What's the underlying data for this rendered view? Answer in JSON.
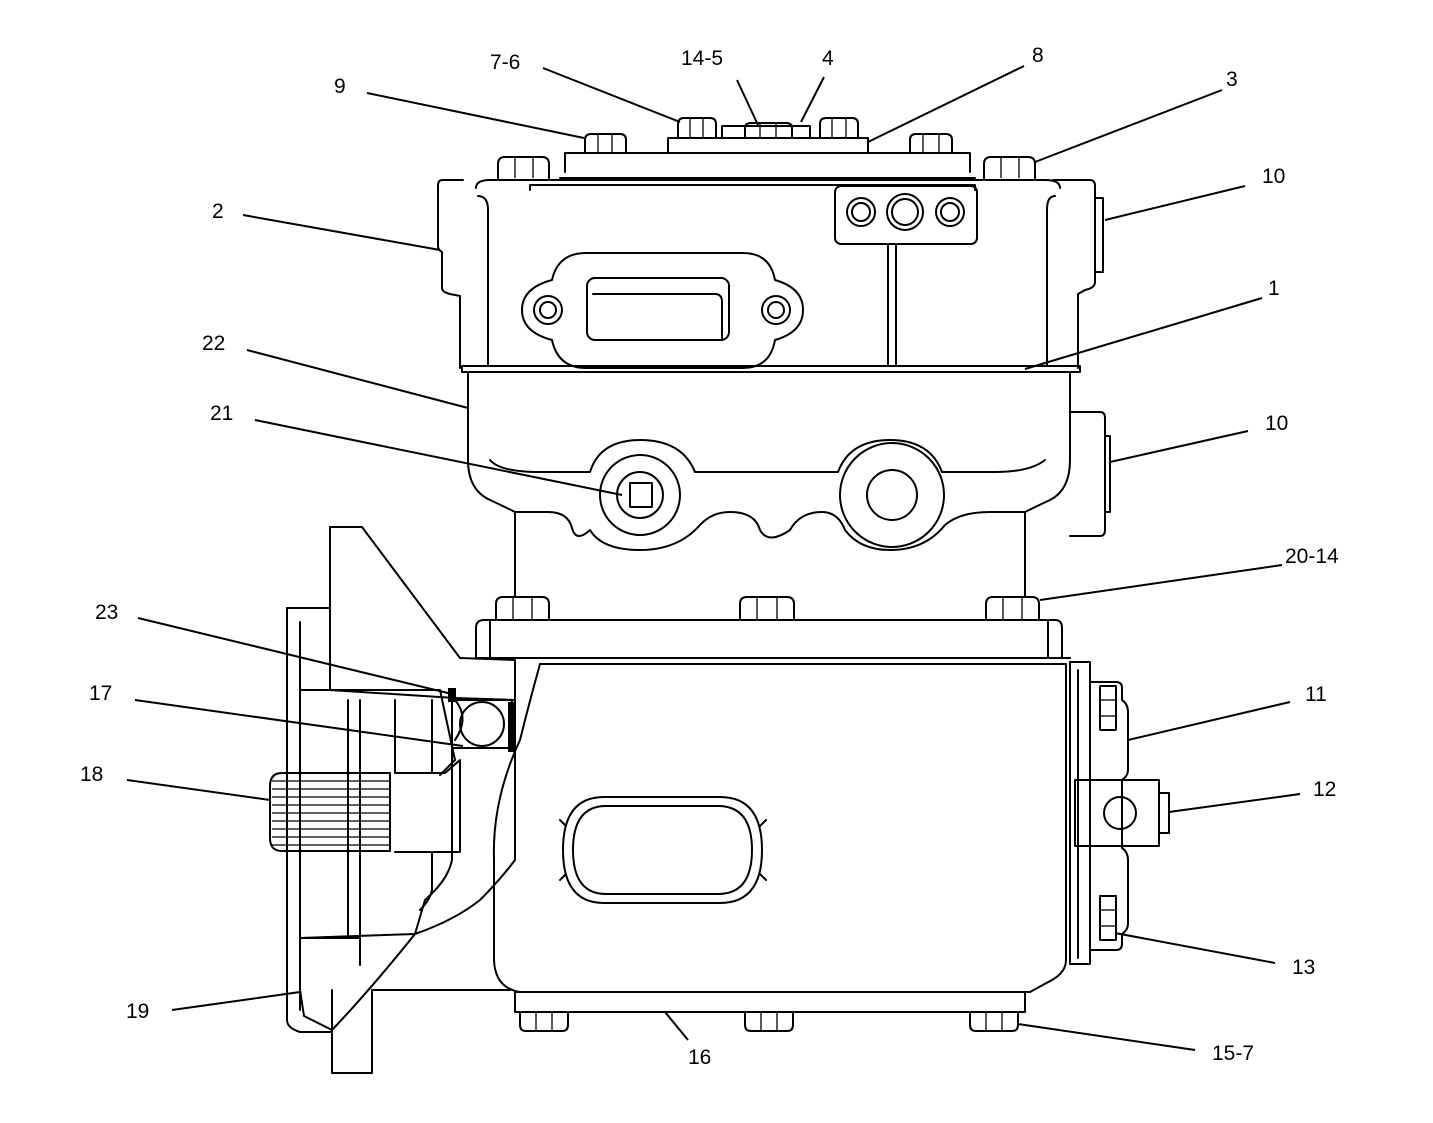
{
  "callouts": [
    {
      "id": "c9",
      "text": "9"
    },
    {
      "id": "c7-6",
      "text": "7-6"
    },
    {
      "id": "c14-5",
      "text": "14-5"
    },
    {
      "id": "c4",
      "text": "4"
    },
    {
      "id": "c8",
      "text": "8"
    },
    {
      "id": "c3",
      "text": "3"
    },
    {
      "id": "c10a",
      "text": "10"
    },
    {
      "id": "c2",
      "text": "2"
    },
    {
      "id": "c1",
      "text": "1"
    },
    {
      "id": "c22",
      "text": "22"
    },
    {
      "id": "c21",
      "text": "21"
    },
    {
      "id": "c10b",
      "text": "10"
    },
    {
      "id": "c20-14",
      "text": "20-14"
    },
    {
      "id": "c23",
      "text": "23"
    },
    {
      "id": "c17",
      "text": "17"
    },
    {
      "id": "c11",
      "text": "11"
    },
    {
      "id": "c18",
      "text": "18"
    },
    {
      "id": "c12",
      "text": "12"
    },
    {
      "id": "c13",
      "text": "13"
    },
    {
      "id": "c19",
      "text": "19"
    },
    {
      "id": "c16",
      "text": "16"
    },
    {
      "id": "c15-7",
      "text": "15-7"
    }
  ]
}
